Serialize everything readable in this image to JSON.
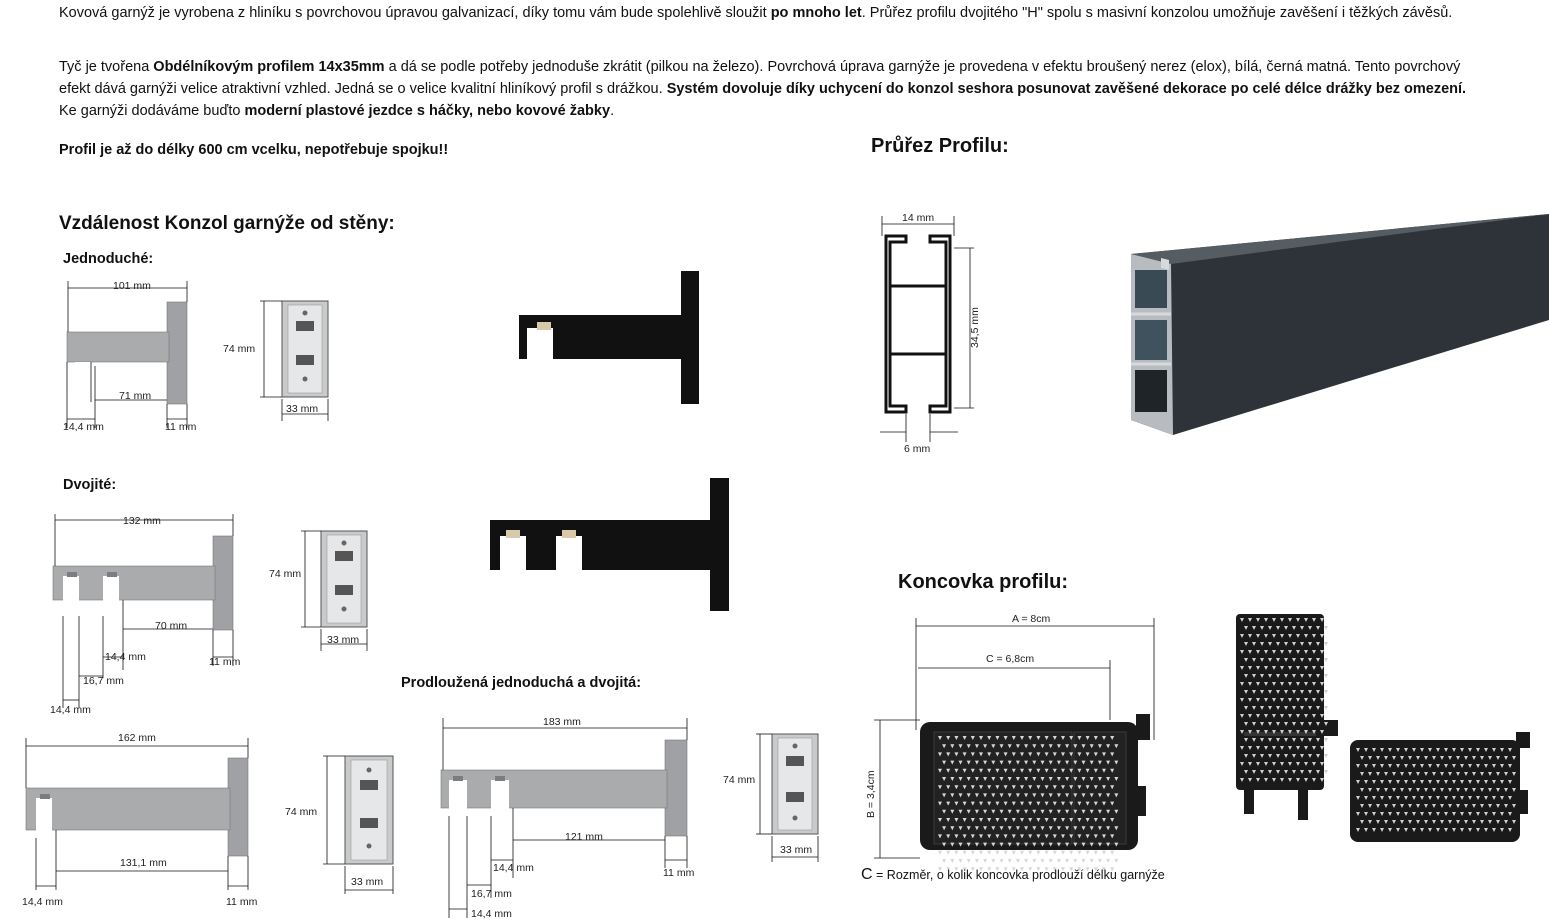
{
  "intro": {
    "p1_a": "Kovová garnýž je vyrobena z hliníku s povrchovou úpravou galvanizací, díky tomu vám bude spolehlivě sloužit ",
    "p1_b": "po mnoho let",
    "p1_c": ". Průřez profilu dvojitého \"H\" spolu s masivní konzolou umožňuje zavěšení i těžkých závěsů.",
    "p2_a": " Tyč je tvořena ",
    "p2_b": "Obdélníkovým profilem 14x35mm",
    "p2_c": " a dá se podle potřeby jednoduše zkrátit (pilkou na železo). Povrchová úprava garnýže je provedena v efektu broušený nerez (elox), bílá, černá matná. Tento povrchový efekt dává garnýži velice atraktivní vzhled. Jedná se o velice kvalitní hliníkový profil s drážkou. ",
    "p2_d": "Systém dovoluje díky uchycení do konzol seshora posunovat zavěšené dekorace po celé délce drážky bez omezení.",
    "p2_e": " Ke garnýži dodáváme buďto ",
    "p2_f": "moderní plastové jezdce s háčky, nebo kovové žabky",
    "p2_g": ".",
    "p3": "Profil je až do délky 600 cm vcelku, nepotřebuje spojku!!"
  },
  "sections": {
    "distance_title": "Vzdálenost Konzol garnýže od stěny:",
    "single_title": "Jednoduché:",
    "double_title": "Dvojité:",
    "extended_title": "Prodloužená jednoduchá a dvojitá:",
    "profile_title": "Průřez Profilu:",
    "endcap_title": "Koncovka profilu:"
  },
  "single": {
    "len": "101 mm",
    "inner": "71 mm",
    "gap": "14,4 mm",
    "wall": "11 mm",
    "plate_h": "74 mm",
    "plate_w": "33 mm"
  },
  "double": {
    "len": "132 mm",
    "inner": "70 mm",
    "gap1": "14,4 mm",
    "gap2": "16,7 mm",
    "gap3": "14,4 mm",
    "wall": "11 mm",
    "plate_h": "74 mm",
    "plate_w": "33 mm"
  },
  "ext_single": {
    "len": "162 mm",
    "inner": "131,1 mm",
    "gap": "14,4 mm",
    "wall": "11 mm",
    "plate_h": "74 mm",
    "plate_w": "33 mm"
  },
  "ext_double": {
    "len": "183 mm",
    "inner": "121 mm",
    "gap1": "14,4 mm",
    "gap2": "16,7 mm",
    "gap3": "14,4 mm",
    "wall": "11 mm",
    "plate_h": "74 mm",
    "plate_w": "33 mm"
  },
  "profile": {
    "top": "14 mm",
    "height": "34,5 mm",
    "bottom": "6 mm"
  },
  "endcap": {
    "a": "A = 8cm",
    "c": "C = 6,8cm",
    "b": "B = 3,4cm",
    "caption_c": "C",
    "caption": " = Rozměr, o kolik koncovka prodlouží délku garnýže"
  },
  "colors": {
    "steel": "#a7a8aa",
    "steel_dark": "#7d7f82",
    "black": "#111111",
    "profile_dark": "#2d3338"
  }
}
